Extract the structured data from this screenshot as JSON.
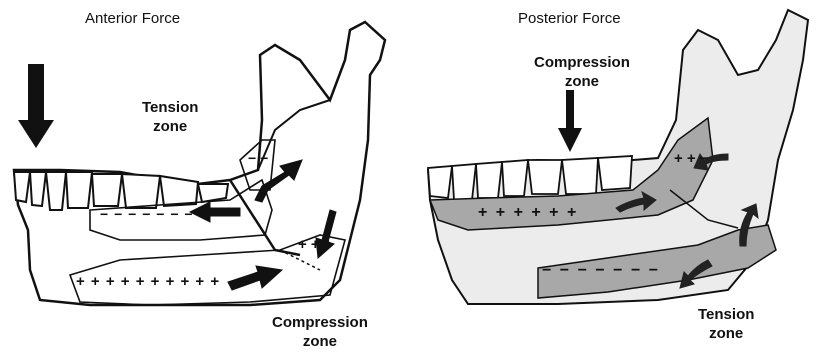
{
  "left": {
    "title": "Anterior Force",
    "tension_label": "Tension\nzone",
    "compression_label": "Compression\nzone",
    "signs_upper": "− − − − − − − −",
    "signs_lower": "+ + + + + + + + + +",
    "signs_condyle": "− −",
    "signs_ramus": "+ + +"
  },
  "right": {
    "title": "Posterior Force",
    "compression_label": "Compression\nzone",
    "tension_label": "Tension\nzone",
    "signs_upper": "+ + + + + +",
    "signs_lower": "− − − − − − −",
    "signs_ramus": "+ + −"
  },
  "colors": {
    "bone": "#ffffff",
    "bone_shaded": "#e8e8e8",
    "zone_gray": "#a8a8a8",
    "outline": "#111111",
    "arrow": "#111111"
  }
}
